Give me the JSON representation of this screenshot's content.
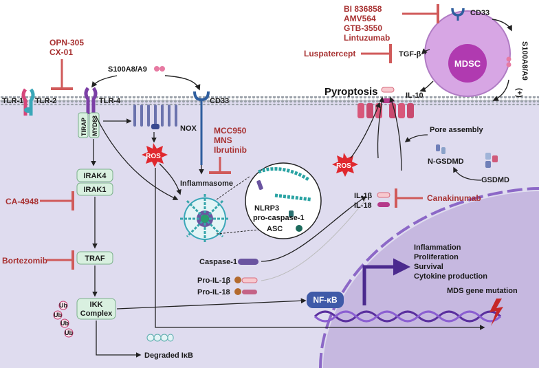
{
  "extracellular": {
    "ligand": "S100A8/A9",
    "receptors": [
      "TLR-1",
      "TLR-2",
      "TLR-4",
      "CD33"
    ],
    "drugs_tlr": [
      "OPN-305",
      "CX-01"
    ]
  },
  "mdsc": {
    "cell_label": "MDSC",
    "cd33": "CD33",
    "tgfb": "TGF-β",
    "il10": "IL-10",
    "s100": "S100A8/A9",
    "plus": "(+)",
    "drugs_cd33": [
      "BI 836858",
      "AMV564",
      "GTB-3550",
      "Lintuzumab"
    ],
    "drug_tgfb": "Luspatercept"
  },
  "membrane": {
    "nox": "NOX",
    "tirap": "TIRAP",
    "myd88": "MYD88",
    "pyroptosis": "Pyroptosis"
  },
  "intracellular": {
    "ros": "ROS",
    "inflammasome": "Inflammasome",
    "drugs_inflammasome": [
      "MCC950",
      "MNS",
      "Ibrutinib"
    ],
    "irak4": "IRAK4",
    "irak1": "IRAK1",
    "drug_irak": "CA-4948",
    "traf": "TRAF",
    "drug_traf": "Bortezomib",
    "ikk": [
      "IKK",
      "Complex"
    ],
    "ub": "Ub",
    "degraded": "Degraded IκB",
    "nlrp3": "NLRP3",
    "procasp1": "pro-caspase-1",
    "asc": "ASC",
    "casp1": "Caspase-1",
    "pro_il1b": "Pro-IL-1β",
    "pro_il18": "Pro-IL-18",
    "il1b": "IL-1β",
    "il18": "IL-18",
    "drug_il": "Canakinumab",
    "pore": "Pore assembly",
    "ngsdmd": "N-GSDMD",
    "gsdmd": "GSDMD",
    "nfkb": "NF-κB",
    "outcomes": [
      "Inflammation",
      "Proliferation",
      "Survival",
      "Cytokine production"
    ],
    "mds": "MDS gene mutation"
  },
  "colors": {
    "cytoplasm": "#dfdcef",
    "nucleus": "#c6b8e0",
    "drug_red": "#a83232",
    "mdsc_outer": "#d7a6e4",
    "mdsc_inner": "#b03ab0",
    "box_green": "#d9f0e0"
  }
}
